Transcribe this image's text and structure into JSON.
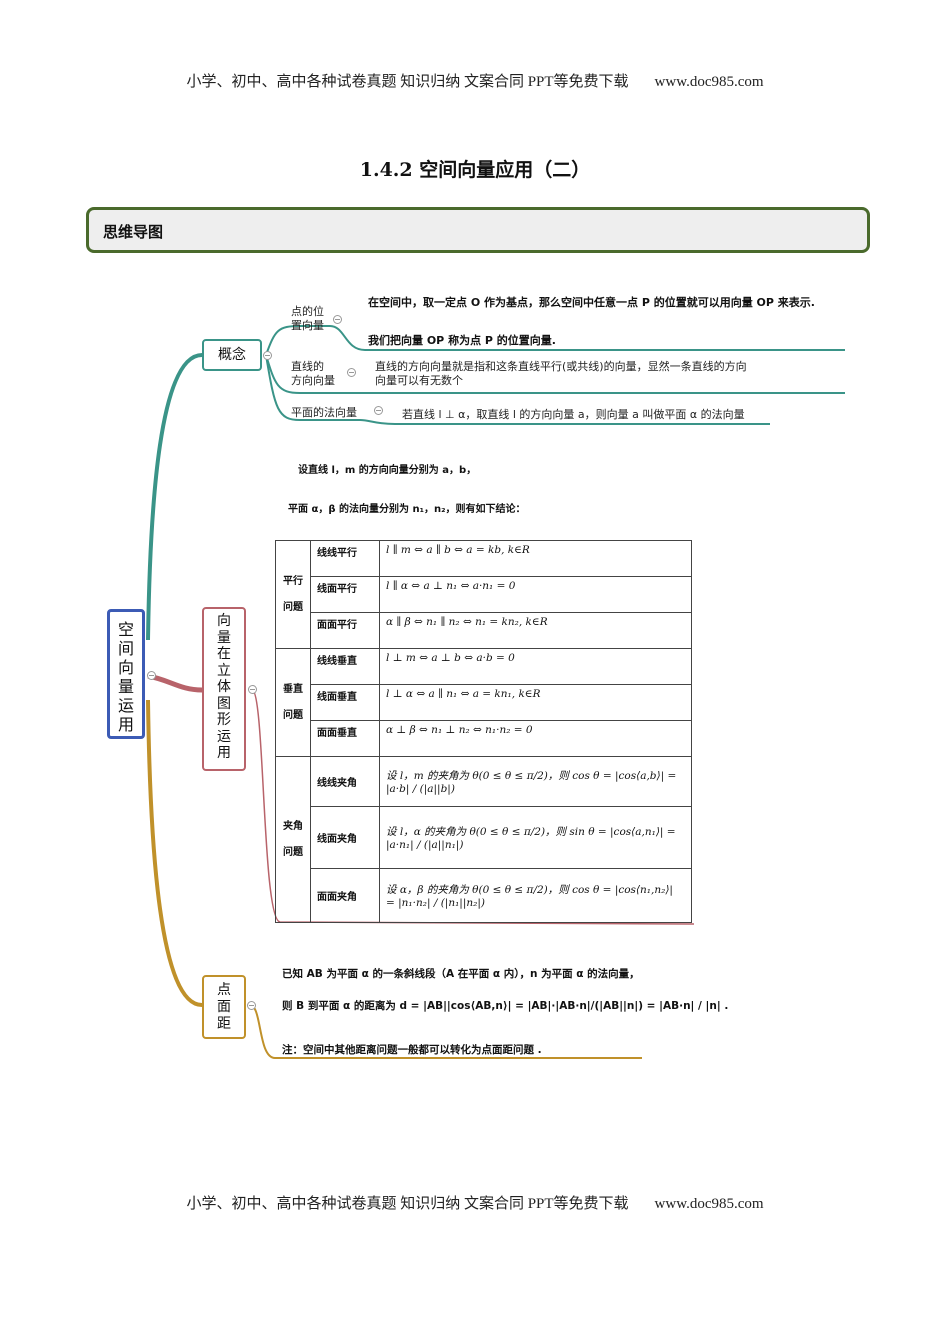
{
  "header": {
    "text": "小学、初中、高中各种试卷真题  知识归纳  文案合同  PPT等免费下载",
    "url": "www.doc985.com"
  },
  "footer": {
    "text": "小学、初中、高中各种试卷真题  知识归纳  文案合同  PPT等免费下载",
    "url": "www.doc985.com"
  },
  "title": "1.4.2 空间向量应用（二）",
  "section_label": "思维导图",
  "colors": {
    "root": "#3c5bb5",
    "concept": "#3a9488",
    "solid": "#b8636a",
    "distance": "#c0912a",
    "section_border": "#4a6a2c"
  },
  "mindmap": {
    "root": [
      "空",
      "间",
      "向",
      "量",
      "运",
      "用"
    ],
    "concept": {
      "label": "概念",
      "items": [
        {
          "label1": "点的位",
          "label2": "置向量",
          "text1": "在空间中，取一定点 O 作为基点，那么空间中任意一点 P 的位置就可以用向量 OP 来表示.",
          "text2": "我们把向量 OP 称为点 P 的位置向量."
        },
        {
          "label1": "直线的",
          "label2": "方向向量",
          "text1": "直线的方向向量就是指和这条直线平行(或共线)的向量，显然一条直线的方向",
          "text2": "向量可以有无数个"
        },
        {
          "label1": "平面的法向量",
          "text1": "若直线 l ⊥ α，取直线 l 的方向向量 a，则向量 a 叫做平面 α 的法向量"
        }
      ]
    },
    "solid": {
      "label": [
        "向",
        "量",
        "在",
        "立",
        "体",
        "图",
        "形",
        "运",
        "用"
      ],
      "intro1": "设直线 l，m 的方向向量分别为 a，b，",
      "intro2": "平面 α，β 的法向量分别为 n₁，n₂，则有如下结论：",
      "groups": [
        {
          "cat1": "平行",
          "cat2": "问题",
          "rows": [
            {
              "name": "线线平行",
              "formula": "l ∥ m ⇔ a ∥ b ⇔ a = kb, k∈R"
            },
            {
              "name": "线面平行",
              "formula": "l ∥ α ⇔ a ⊥ n₁ ⇔ a·n₁ = 0"
            },
            {
              "name": "面面平行",
              "formula": "α ∥ β ⇔ n₁ ∥ n₂ ⇔ n₁ = kn₂, k∈R"
            }
          ]
        },
        {
          "cat1": "垂直",
          "cat2": "问题",
          "rows": [
            {
              "name": "线线垂直",
              "formula": "l ⊥ m ⇔ a ⊥ b ⇔ a·b = 0"
            },
            {
              "name": "线面垂直",
              "formula": "l ⊥ α ⇔ a ∥ n₁ ⇔ a = kn₁, k∈R"
            },
            {
              "name": "面面垂直",
              "formula": "α ⊥ β ⇔ n₁ ⊥ n₂ ⇔ n₁·n₂ = 0"
            }
          ]
        },
        {
          "cat1": "夹角",
          "cat2": "问题",
          "rows": [
            {
              "name": "线线夹角",
              "formula": "设 l，m 的夹角为 θ(0 ≤ θ ≤ π/2)，则 cos θ = |cos⟨a,b⟩| = |a·b| / (|a||b|)"
            },
            {
              "name": "线面夹角",
              "formula": "设 l，α 的夹角为 θ(0 ≤ θ ≤ π/2)，则 sin θ = |cos⟨a,n₁⟩| = |a·n₁| / (|a||n₁|)"
            },
            {
              "name": "面面夹角",
              "formula": "设 α，β 的夹角为 θ(0 ≤ θ ≤ π/2)，则 cos θ = |cos⟨n₁,n₂⟩| = |n₁·n₂| / (|n₁||n₂|)"
            }
          ]
        }
      ]
    },
    "distance": {
      "label": [
        "点",
        "面",
        "距"
      ],
      "line1": "已知 AB 为平面 α 的一条斜线段（A 在平面 α 内），n 为平面 α 的法向量，",
      "line2": "则 B 到平面 α 的距离为 d = |AB||cos⟨AB,n⟩| = |AB|·|AB·n|/(|AB||n|) = |AB·n| / |n| .",
      "note": "注：空间中其他距离问题一般都可以转化为点面距问题 ."
    }
  }
}
